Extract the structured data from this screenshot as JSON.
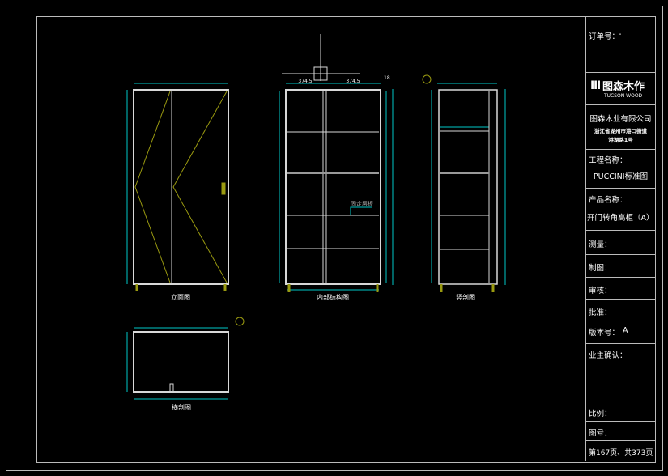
{
  "title_block": {
    "order_no": "订单号：",
    "order_value": "-",
    "logo_cn": "图森木作",
    "logo_en": "TUCSON WOOD",
    "company": "图森木业有限公司",
    "address_line1": "浙江省湖州市港口街道",
    "address_line2": "港湖路1号",
    "project_label": "工程名称：",
    "project_value": "PUCCINI标准图",
    "product_label": "产品名称：",
    "product_value": "开门转角高柜（A）",
    "measure": "测量：",
    "drawing": "制图：",
    "review": "审核：",
    "approve": "批准：",
    "version_label": "版本号：",
    "version_value": "A",
    "owner_confirm": "业主确认：",
    "scale": "比例：",
    "drawing_no": "图号：",
    "pages": "第167页、共373页"
  },
  "views": {
    "elevation": "立面图",
    "internal": "内部结构图",
    "vertical_section": "竖剖图",
    "horizontal_section": "横剖图",
    "fixed_shelf": "固定层板",
    "dim_left": "374.5",
    "dim_right": "374.5",
    "dim_side": "18"
  },
  "colors": {
    "dim": "#00c8c8",
    "panel": "#d8d8d8",
    "accent": "#9a9a10"
  }
}
